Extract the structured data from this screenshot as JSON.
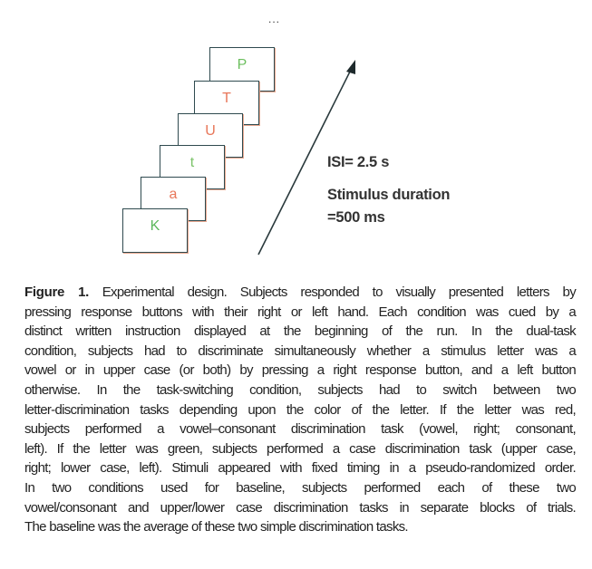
{
  "figure": {
    "ellipsis": "...",
    "stimuli": [
      {
        "letter": "K",
        "color": "#5cb85c"
      },
      {
        "letter": "a",
        "color": "#e8775a"
      },
      {
        "letter": "t",
        "color": "#7cc36a"
      },
      {
        "letter": "U",
        "color": "#e8775a"
      },
      {
        "letter": "T",
        "color": "#e8775a"
      },
      {
        "letter": "P",
        "color": "#6cbf5e"
      }
    ],
    "isi_label": "ISI= 2.5 s",
    "duration_label_1": "Stimulus duration",
    "duration_label_2": "=500 ms"
  },
  "caption": {
    "label": "Figure 1.",
    "lines": [
      " Experimental design. Subjects responded to visually presented letters by",
      "pressing response buttons with their right or left hand. Each condition was cued by a",
      "distinct written instruction displayed at the beginning of the run. In the dual-task",
      "condition, subjects had to discriminate simultaneously whether a stimulus letter was a",
      "vowel or in upper case (or both) by pressing a right response button, and a left button",
      "otherwise. In the task-switching condition, subjects had to switch between two",
      "letter-discrimination tasks depending upon the color of the letter. If the letter was red,",
      "subjects performed a vowel–consonant discrimination task (vowel, right; consonant,",
      "left). If the letter was green, subjects performed a case discrimination task (upper case,",
      "right; lower case, left). Stimuli appeared with fixed timing in a pseudo-randomized order.",
      "In two conditions used for baseline, subjects performed each of these two",
      "vowel/consonant and upper/lower case discrimination tasks in separate blocks of trials.",
      "The baseline was the average of these two simple discrimination tasks."
    ]
  }
}
